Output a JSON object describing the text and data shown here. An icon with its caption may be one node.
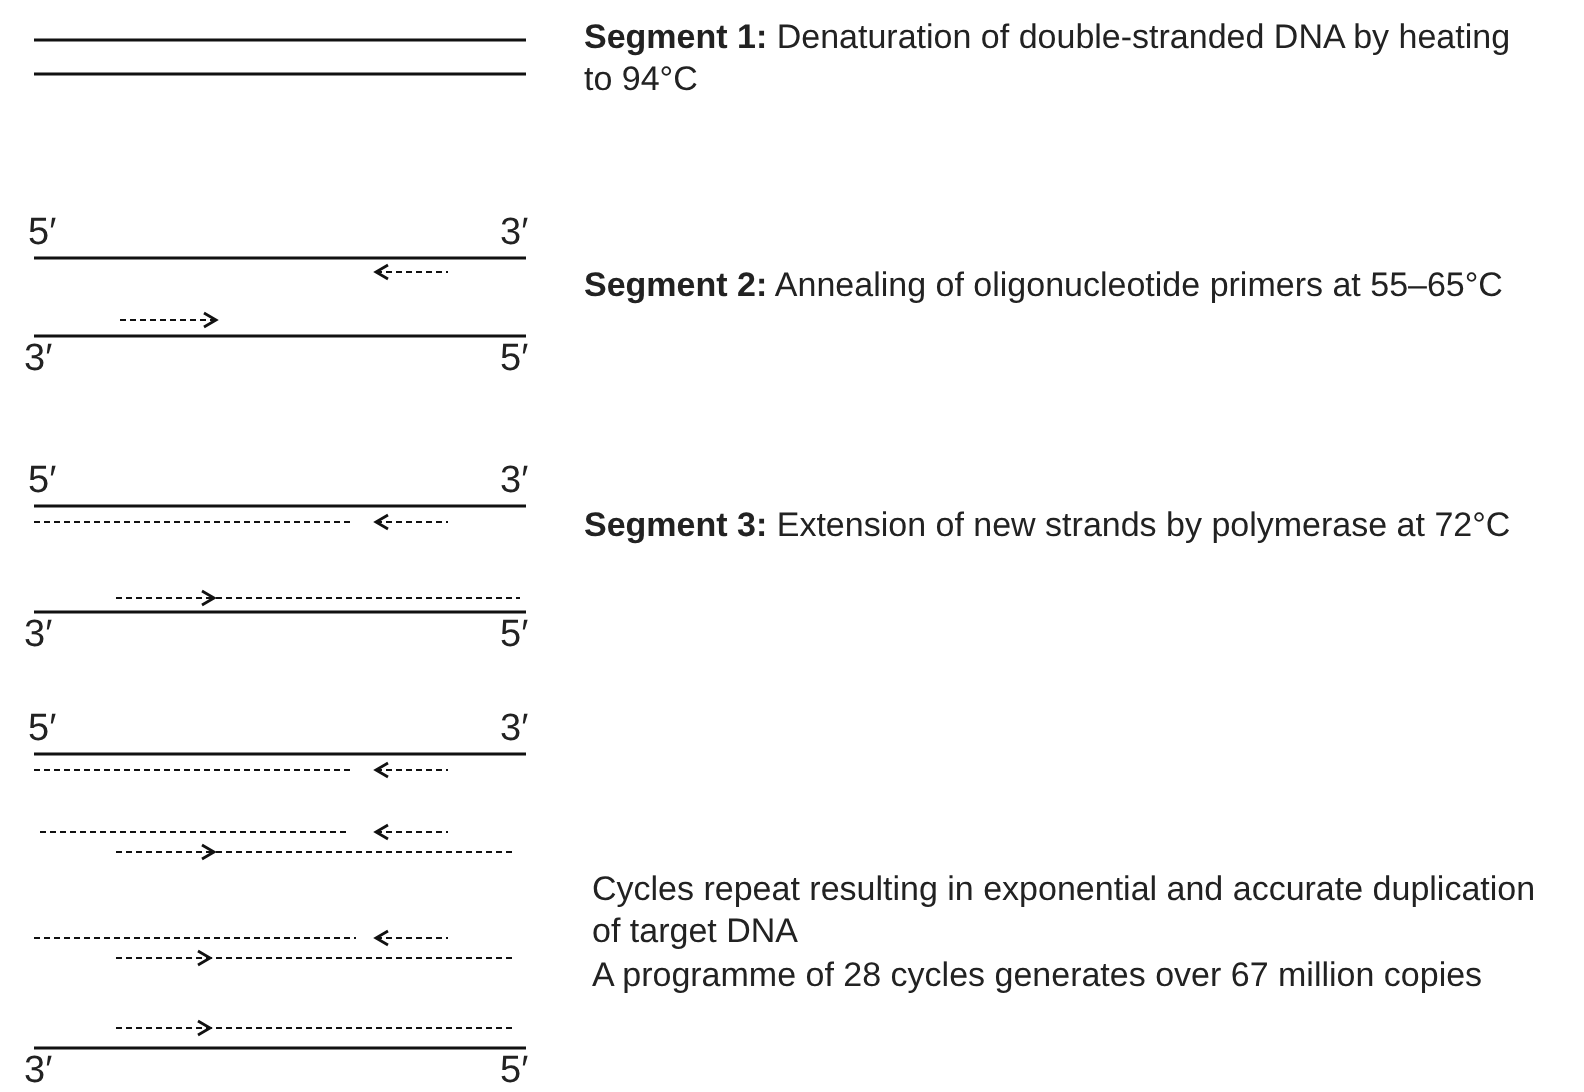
{
  "diagram": {
    "labels": [
      "**Segment 1:** Denaturation of double-stranded DNA by heating to 94°C",
      "5′",
      "3′",
      "**Segment 2:** Annealing of oligonucleotide primers at 55–65°C",
      "3′",
      "5′",
      "5′",
      "3′",
      "**Segment 3:** Extension of new strands by polymerase at 72°C",
      "3′",
      "5′",
      "5′",
      "3′",
      "Cycles repeat resulting in exponential and accurate duplication of target DNA",
      "A programme of 28 cycles generates over 67 million copies",
      "3′",
      "5′"
    ]
  }
}
